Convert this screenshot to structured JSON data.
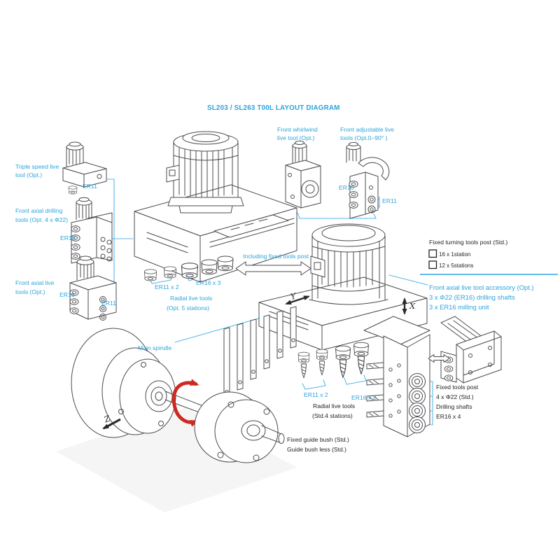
{
  "title": "SL203 / SL263 T00L LAYOUT DIAGRAM",
  "colors": {
    "accent_blue": "#2ba4dc",
    "leader_blue": "#5ab9e6",
    "text_dark": "#231f20",
    "line_dark": "#4b4b4f",
    "rotation_red": "#cd2a21"
  },
  "tools_left": {
    "triple_speed": {
      "label_line1": "Triple speed live",
      "label_line2": "tool (Opt.)",
      "collet": "ER11"
    },
    "front_axial_drilling": {
      "label_line1": "Front axial drilling",
      "label_line2": "tools (Opt. 4 x Φ22)",
      "collet": "ER16"
    },
    "front_axial_live": {
      "label_line1": "Front axial live",
      "label_line2": "tools (Opt.)",
      "collet_left": "ER16",
      "collet_right": "ER11"
    }
  },
  "tools_top": {
    "front_whirlwind": {
      "label_line1": "Front whirlwind",
      "label_line2": "live tool (Opt.)"
    },
    "front_adjustable": {
      "label_line1": "Front adjustable live",
      "label_line2": "tools (Opt.0–90° )",
      "collet_left": "ER16",
      "collet_right": "ER11"
    }
  },
  "gang_toolpost": {
    "er11": "ER11 x 2",
    "er16": "ER16 x 3",
    "radial_line1": "Radial live tools",
    "radial_line2": "(Opt. 5 stations)",
    "including": "Including fixed tools post"
  },
  "right_panel": {
    "fixed_turning_title": "Fixed turning tools post (Std.)",
    "option1": "16 x 1station",
    "option1_checked": false,
    "option2": "12 x 5stations",
    "option2_checked": false,
    "accessory_line1": "Front axial live tool accessory (Opt.)",
    "accessory_line2": "3 x Φ22 (ER16) drilling shafts",
    "accessory_line3": "3 x ER16 milling unit"
  },
  "fixed_tools_post": {
    "line1": "Fixed tools post",
    "line2": "4 x Φ22 (Std.)",
    "line3": "Drilling shafts",
    "line4": "ER16 x 4"
  },
  "radial_std": {
    "er11": "ER11 x 2",
    "er16": "ER16 x 2",
    "line1": "Radial live tools",
    "line2": "(Std.4 stations)"
  },
  "spindle": {
    "label": "Main spindle"
  },
  "guide_bush": {
    "line1": "Fixed guide bush (Std.)",
    "line2": "Guide bush less (Std.)"
  },
  "axes": {
    "x": "X",
    "y": "Y",
    "z": "Z"
  }
}
